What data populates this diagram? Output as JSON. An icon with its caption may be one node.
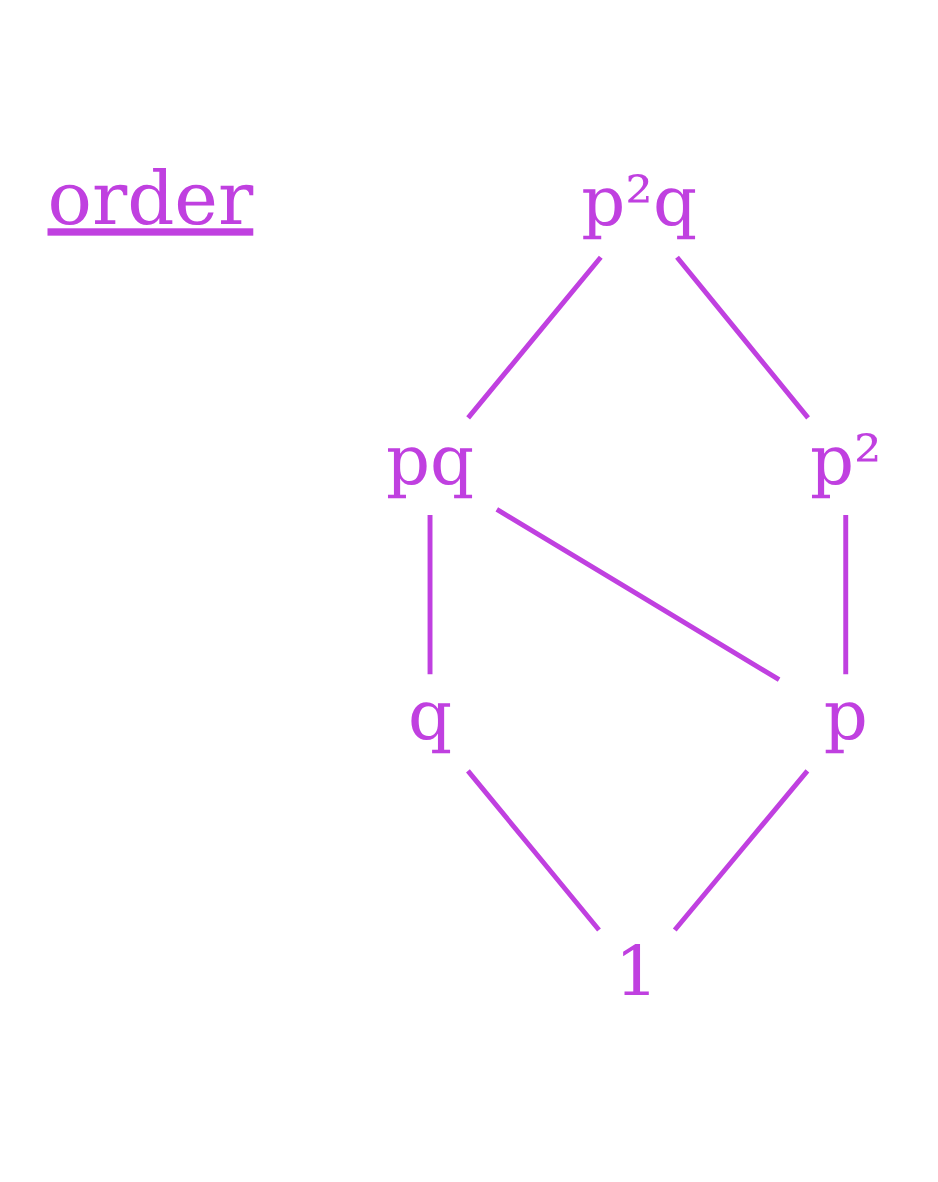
{
  "diagram": {
    "nodes": [
      {
        "text": [
          "p²q"
        ]
      },
      {
        "text": [
          "pq"
        ]
      },
      {
        "text": [
          "p²"
        ]
      },
      {
        "text": [
          "q"
        ]
      },
      {
        "text": [
          "p"
        ]
      },
      {
        "text": [
          "1"
        ]
      }
    ],
    "edges": [
      {
        "from": 0,
        "to": 1,
        "arrow": "none"
      },
      {
        "from": 0,
        "to": 2,
        "arrow": "none"
      },
      {
        "from": 1,
        "to": 3,
        "arrow": "none"
      },
      {
        "from": 1,
        "to": 4,
        "arrow": "none"
      },
      {
        "from": 2,
        "to": 4,
        "arrow": "none"
      },
      {
        "from": 3,
        "to": 5,
        "arrow": "none"
      },
      {
        "from": 4,
        "to": 5,
        "arrow": "none"
      }
    ],
    "labels": [
      "order"
    ]
  }
}
